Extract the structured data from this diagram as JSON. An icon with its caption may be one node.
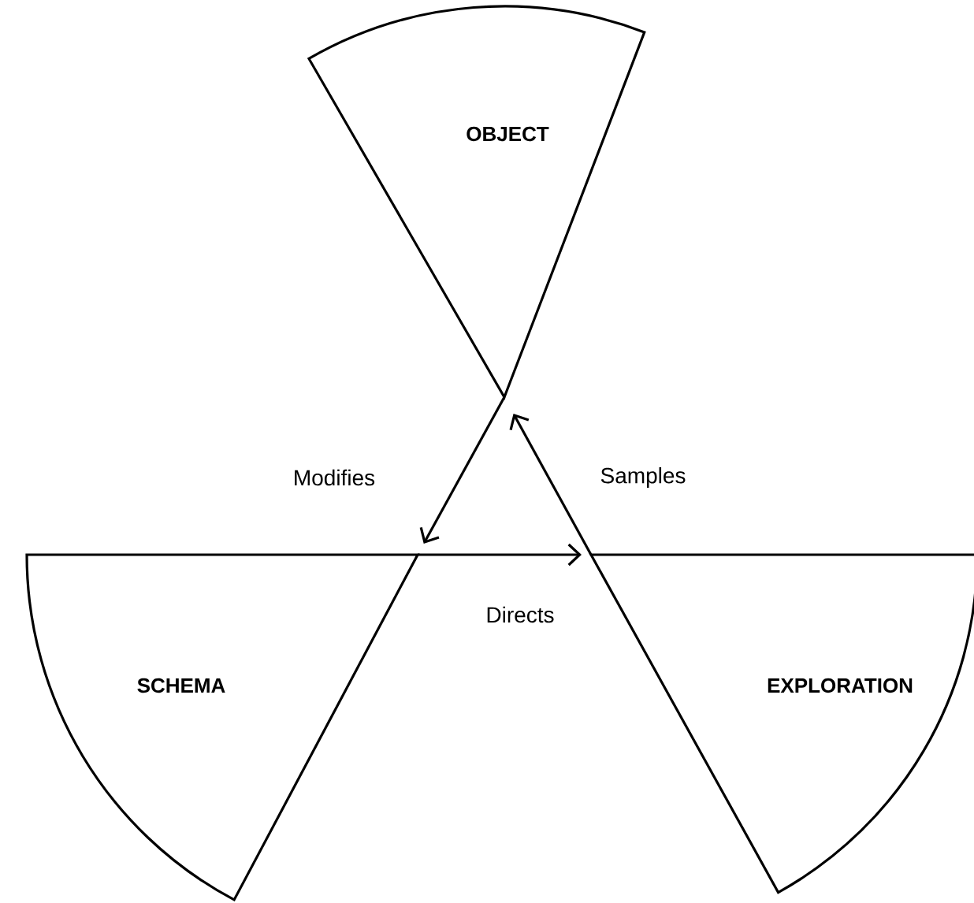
{
  "diagram": {
    "nodes": [
      {
        "text": [
          "OBJECT"
        ]
      },
      {
        "text": [
          "SCHEMA"
        ]
      },
      {
        "text": [
          "EXPLORATION"
        ]
      }
    ],
    "edges": [
      {
        "from": 0,
        "to": 1,
        "arrow": "to",
        "label": "Modifies"
      },
      {
        "from": 1,
        "to": 2,
        "arrow": "to",
        "label": "Directs"
      },
      {
        "from": 2,
        "to": 0,
        "arrow": "to",
        "label": "Samples"
      }
    ]
  }
}
